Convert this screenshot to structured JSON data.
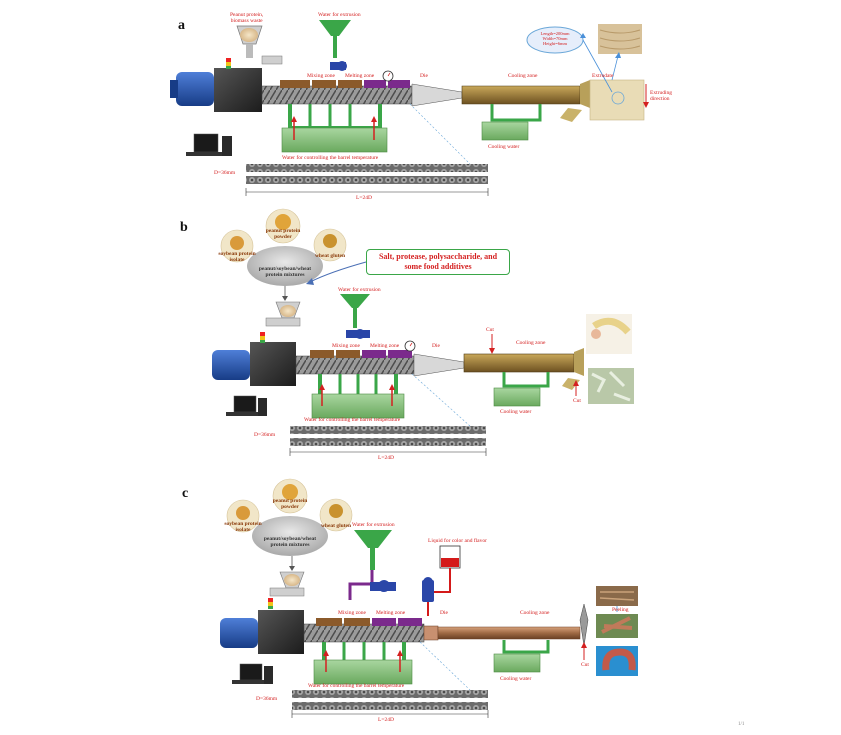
{
  "panels": {
    "a": {
      "tag": "a",
      "labels": {
        "raw": "Peanut protein,\nbiomass waste",
        "water_extrusion": "Water for extrusion",
        "mixing1": "Mixing zone",
        "mixing2": "Melting zone",
        "die": "Die",
        "cooling": "Cooling zone",
        "extrudate": "Extrudate",
        "extruding_dir": "Extruding\ndirection",
        "cooling_water": "Cooling water",
        "barrel_water": "Water for controlling the barrel temperature",
        "diameter": "D=36mm",
        "length": "L=24D",
        "dims": "Length=200mm\nWidth=70mm\nHeight=6mm"
      }
    },
    "b": {
      "tag": "b",
      "labels": {
        "peanut": "peanut protein\npowder",
        "soy": "soybean protein\nisolate",
        "wheat": "wheat gluten",
        "mixture": "peanut/soybean/wheat\nprotein mixtures",
        "callout": "Salt, protease, polysaccharide, and\nsome food additives",
        "water_extrusion": "Water for extrusion",
        "mixing1": "Mixing zone",
        "mixing2": "Melting zone",
        "die": "Die",
        "cut_top": "Cut",
        "cooling": "Cooling zone",
        "cut_bottom": "Cut",
        "cooling_water": "Cooling water",
        "barrel_water": "Water for controlling the barrel temperature",
        "diameter": "D=36mm",
        "length": "L=24D"
      }
    },
    "c": {
      "tag": "c",
      "labels": {
        "peanut": "peanut protein\npowder",
        "soy": "soybean protein\nisolate",
        "wheat": "wheat gluten",
        "mixture": "peanut/soybean/wheat\nprotein mixtures",
        "water_extrusion": "Water for extrusion",
        "liquid": "Liquid for color and flavor",
        "mixing1": "Mixing zone",
        "mixing2": "Melting zone",
        "die": "Die",
        "cooling": "Cooling zone",
        "cooling_water": "Cooling water",
        "cut": "Cut",
        "peeling": "Peeling",
        "barrel_water": "Water for controlling the barrel temperature",
        "diameter": "D=36mm",
        "length": "L=24D"
      }
    }
  },
  "colors": {
    "label_red": "#d42020",
    "pipe_green": "#3aa648",
    "tank_green": "#8cc084",
    "motor_blue": "#1f4fa8",
    "barrel_brown": "#8b5a2b",
    "zone_purple": "#7b2a8c",
    "cooling_brown": "#8a6a2a",
    "bubble_gray": "#c8c8c8",
    "liquid_red": "#d41a1a"
  },
  "page_mark": "1/1"
}
